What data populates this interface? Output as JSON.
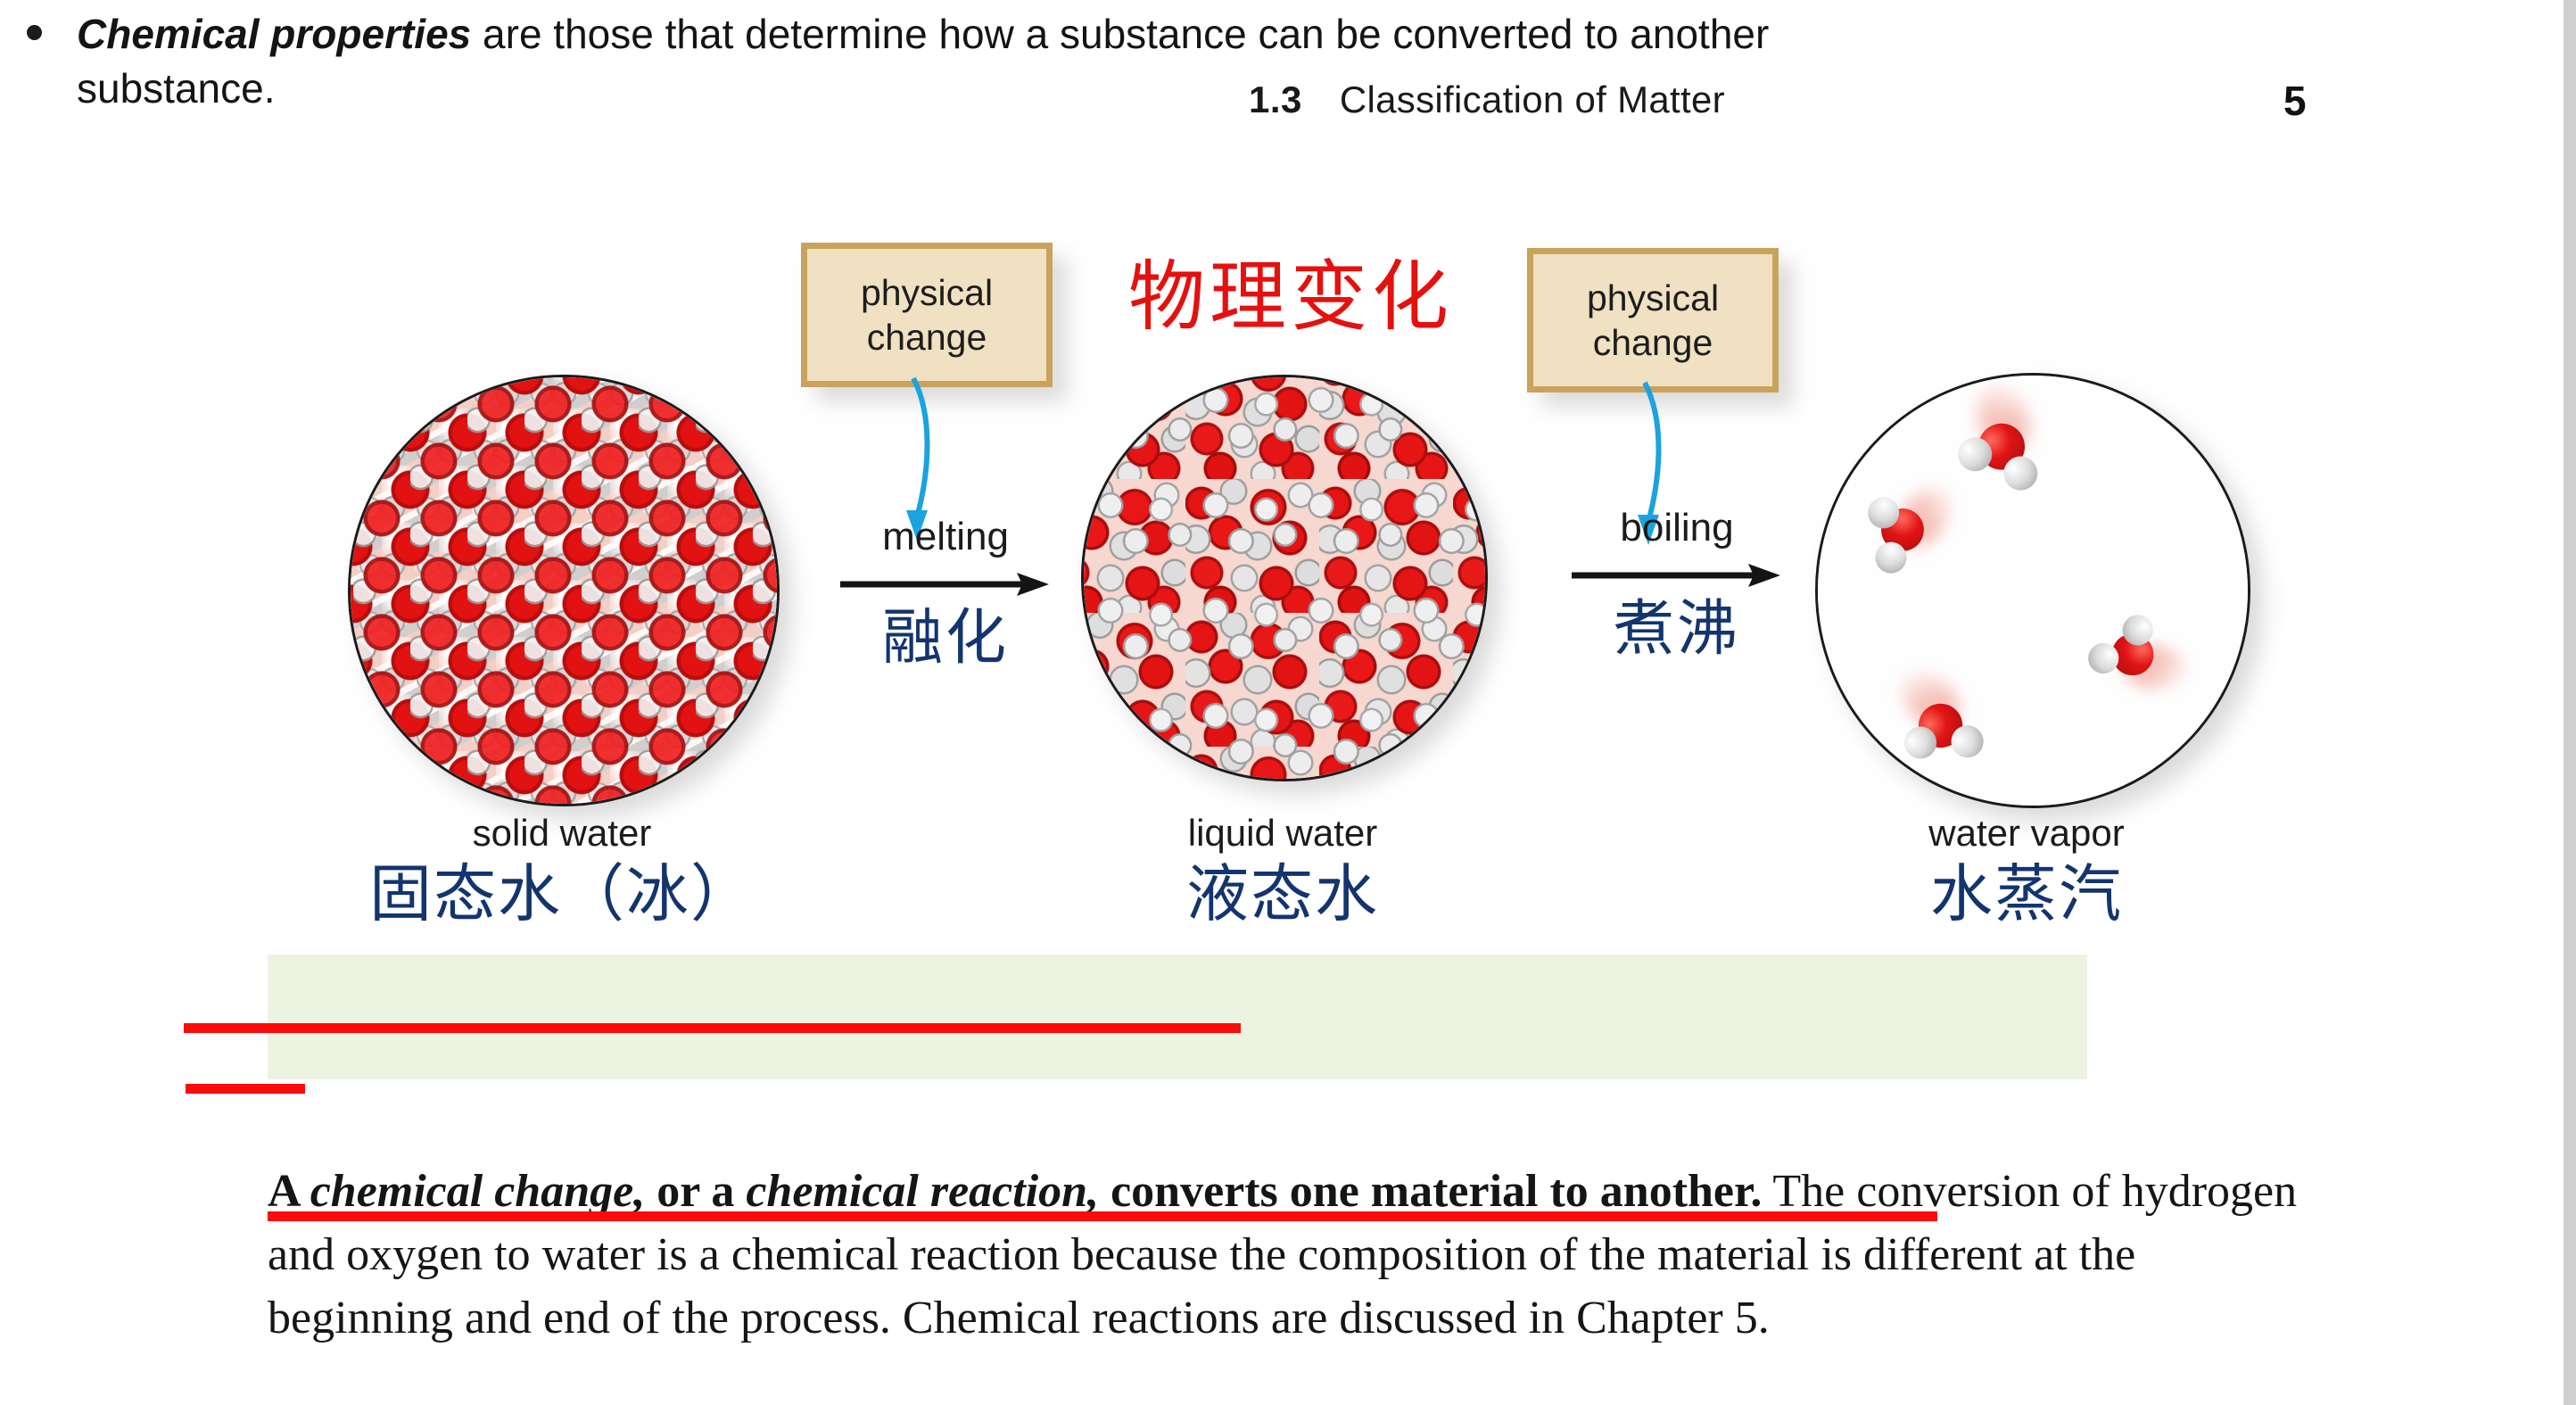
{
  "running_head": {
    "section_number": "1.3",
    "section_title": "Classification of Matter",
    "page_number": "5"
  },
  "figure": {
    "headline_cn": "物理变化",
    "callouts": [
      {
        "name": "physical-change-melting",
        "line1": "physical",
        "line2": "change"
      },
      {
        "name": "physical-change-boiling",
        "line1": "physical",
        "line2": "change"
      }
    ],
    "processes": [
      {
        "label_en": "melting",
        "label_cn": "融化"
      },
      {
        "label_en": "boiling",
        "label_cn": "煮沸"
      }
    ],
    "phases": [
      {
        "caption_en": "solid water",
        "caption_cn": "固态水（冰）",
        "state": "solid"
      },
      {
        "caption_en": "liquid water",
        "caption_cn": "液态水",
        "state": "liquid"
      },
      {
        "caption_en": "water vapor",
        "caption_cn": "水蒸汽",
        "state": "vapor"
      }
    ],
    "colors": {
      "callout_fill": "#f0e1c2",
      "callout_border": "#c9a25c",
      "headline_red": "#e4110f",
      "caption_blue": "#13356e",
      "arrow_blue": "#1ba3de",
      "oxygen_red": "#e01414",
      "hydrogen_gray": "#dcdcdc"
    }
  },
  "bullet": {
    "term": "Chemical properties",
    "rest": " are those that determine how a substance can be converted to another substance.",
    "highlight_color": "#edf3e1",
    "underline_color": "#fb0b09"
  },
  "paragraph": {
    "lead_a": "A ",
    "term1": "chemical change,",
    "mid1": " or a ",
    "term2": "chemical reaction,",
    "bold_tail": " converts one material to another.",
    "rest": " The conversion of hydrogen and oxygen to water is a chemical reaction because the composition of the material is different at the beginning and end of the process. Chemical reactions are discussed in Chapter 5."
  }
}
